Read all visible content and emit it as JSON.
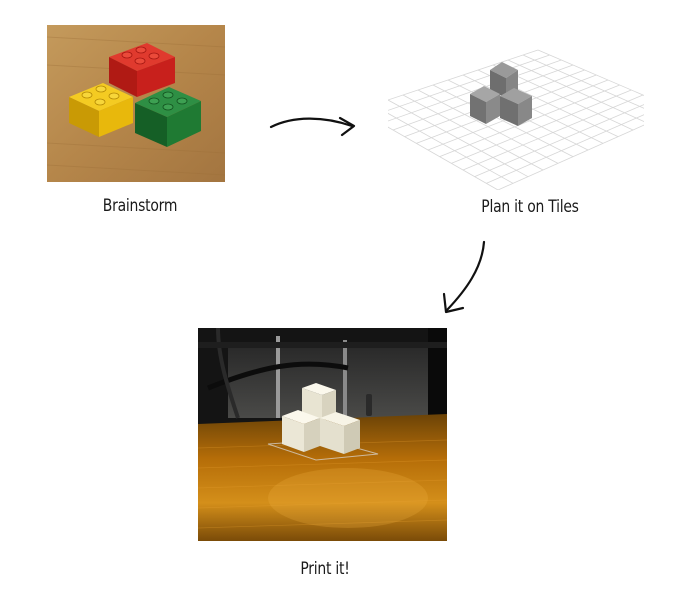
{
  "steps": [
    {
      "caption": "Brainstorm",
      "image": "lego-bricks-photo"
    },
    {
      "caption": "Plan it on Tiles",
      "image": "3d-grid-model"
    },
    {
      "caption": "Print it!",
      "image": "3d-printer-photo"
    }
  ],
  "colors": {
    "lego_red": "#c8201c",
    "lego_yellow": "#e8b80c",
    "lego_green": "#1f7a33",
    "wood": "#b88a4e",
    "model_gray": "#888888",
    "print_bed_orange": "#c47a0a",
    "printed_part": "#f2efe2"
  }
}
